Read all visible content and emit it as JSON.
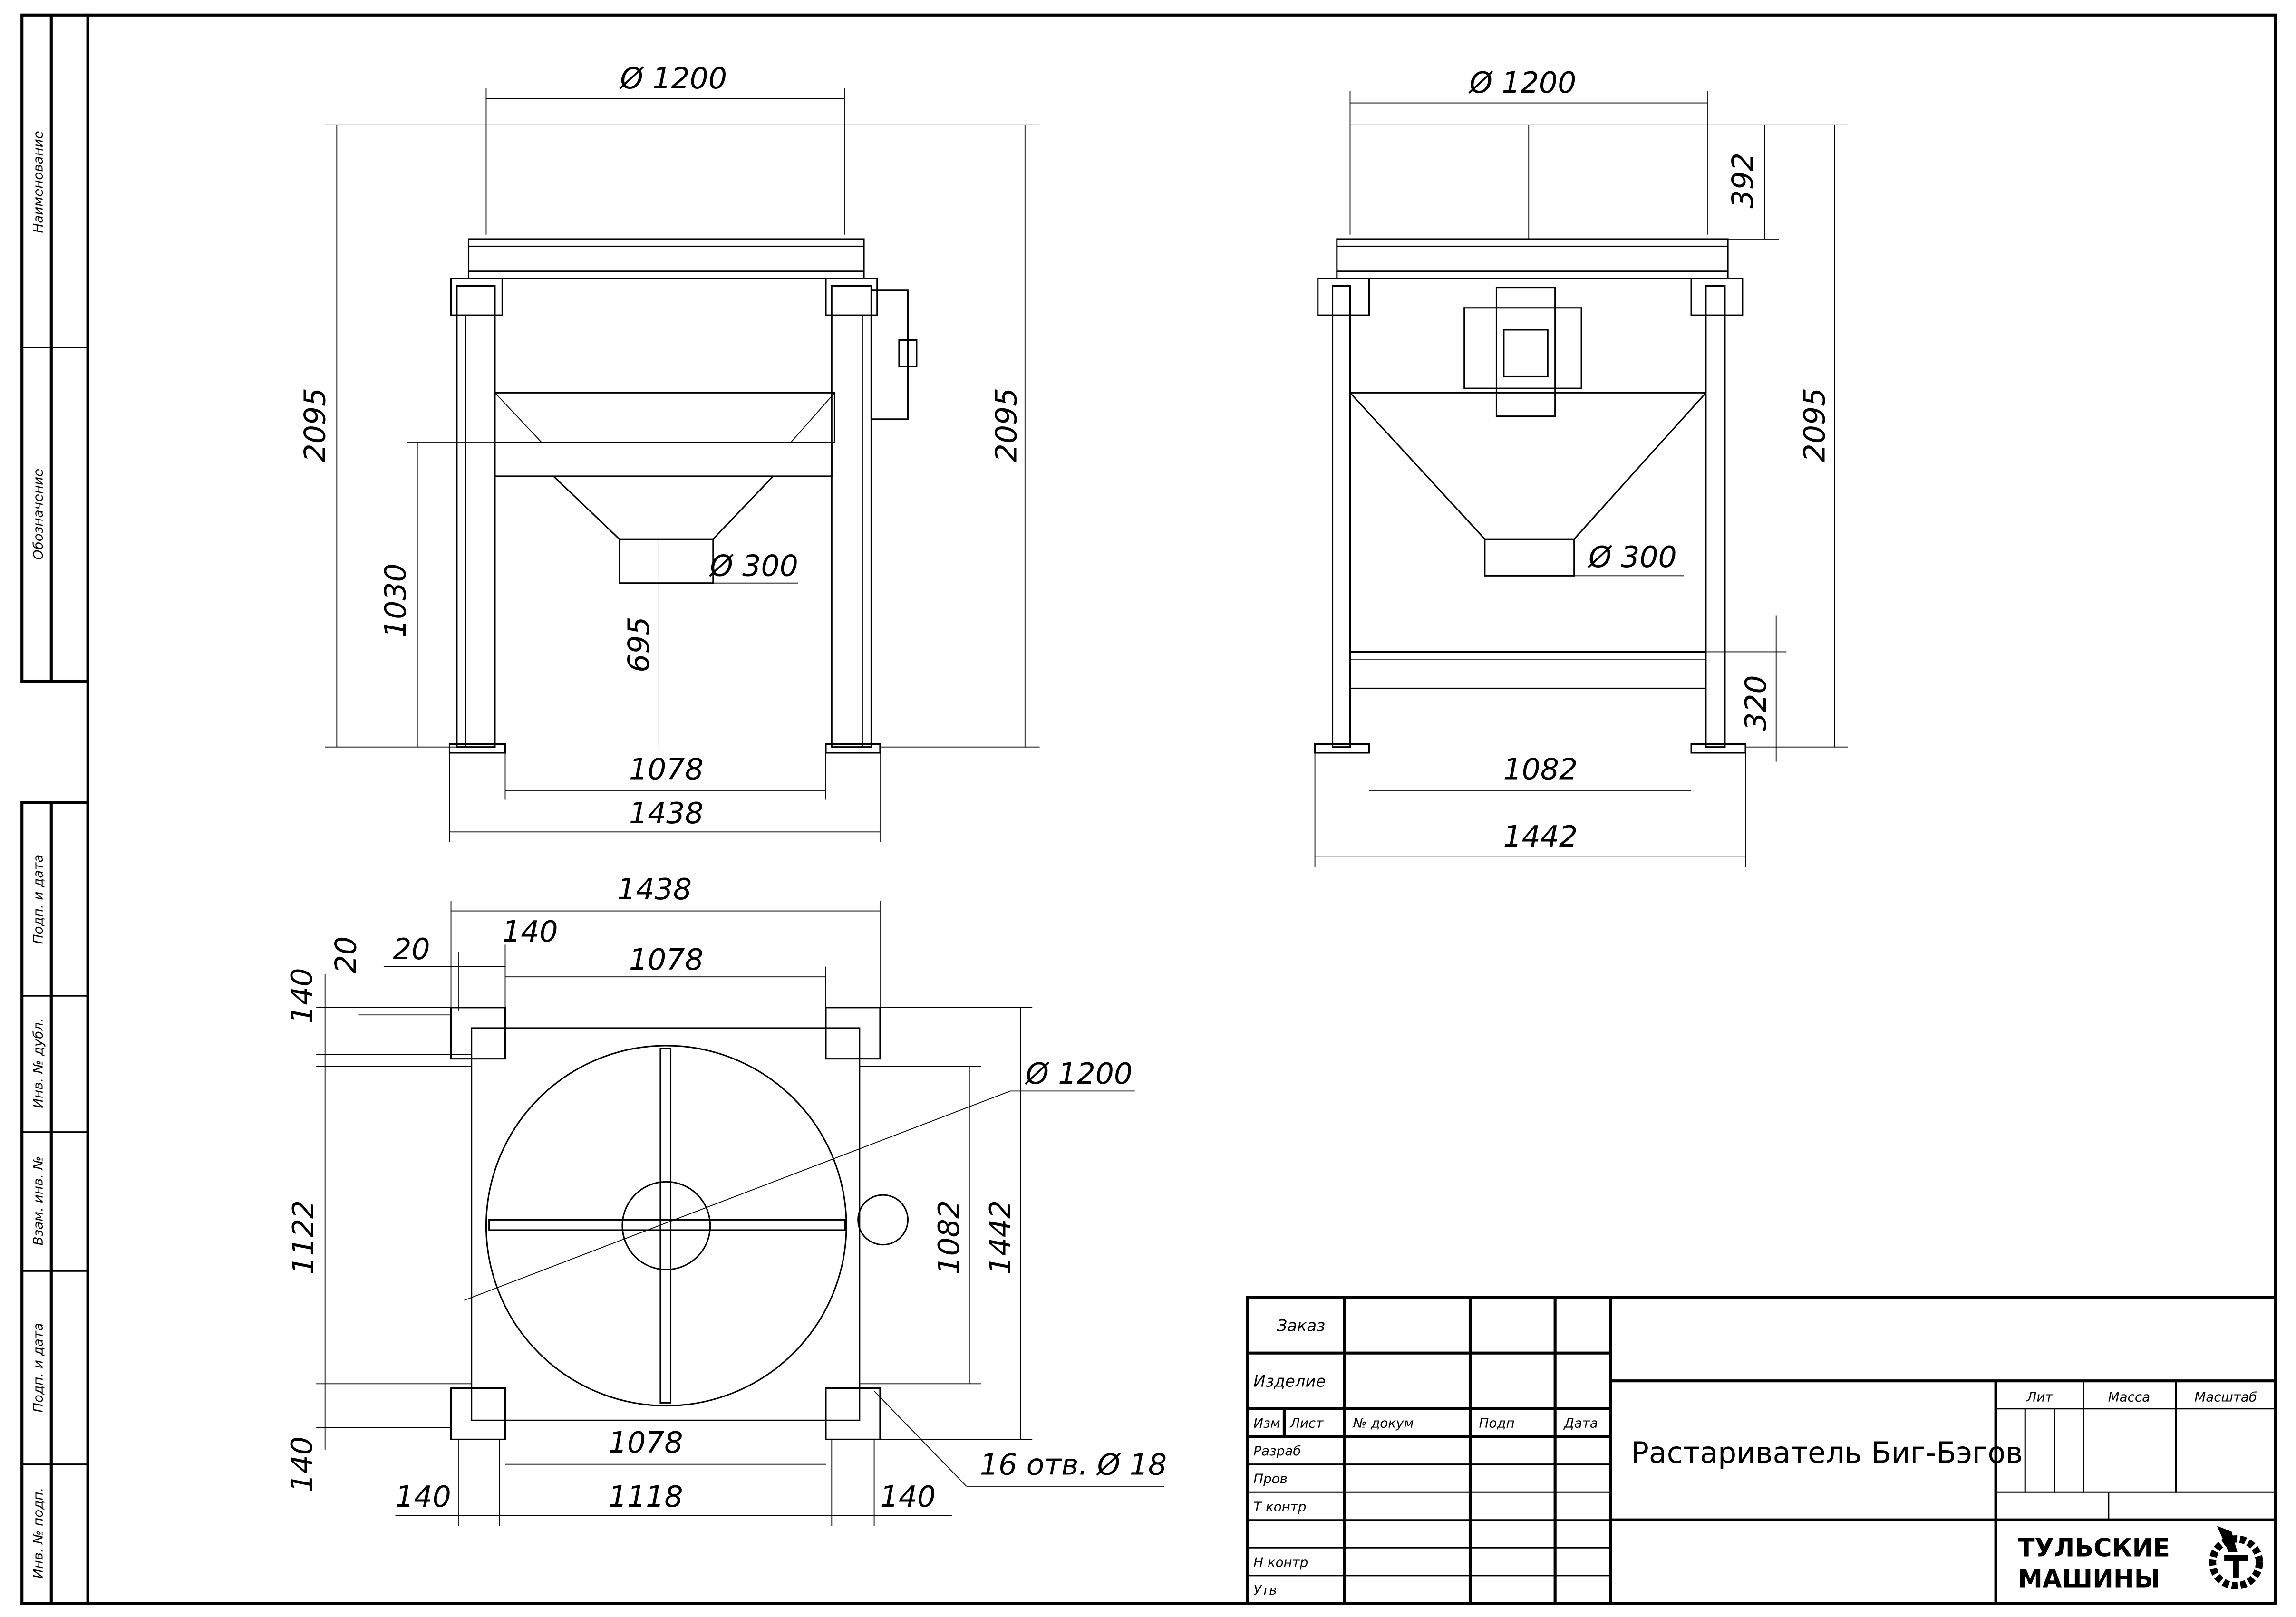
{
  "side_strip": [
    "Наименование",
    "Обозначение",
    "Подп. и дата",
    "Инв. № дубл.",
    "Взам. инв. №",
    "Подп. и дата",
    "Инв. № подп."
  ],
  "front_view": {
    "top_dia": "Ø 1200",
    "height_left": "2095",
    "height_right": "2095",
    "beam_height": "1030",
    "outlet_height": "695",
    "outlet_dia": "Ø 300",
    "inner_width": "1078",
    "outer_width": "1438"
  },
  "side_view": {
    "top_dia": "Ø 1200",
    "top_height": "392",
    "height": "2095",
    "outlet_dia": "Ø 300",
    "beam_height": "320",
    "inner_width": "1082",
    "outer_width": "1442"
  },
  "plan_view": {
    "width_top": "1438",
    "offset_20_top": "20",
    "offset_140_top": "140",
    "inner_top": "1078",
    "offset_140_left_top": "140",
    "offset_20_left": "20",
    "dia": "Ø 1200",
    "inner_depth_right": "1082",
    "outer_depth_right": "1442",
    "inner_depth_left": "1122",
    "offset_140_left_bottom": "140",
    "inner_bottom": "1078",
    "bolt_span": "1118",
    "offset_140_bl": "140",
    "offset_140_br": "140",
    "holes": "16 отв. Ø 18"
  },
  "title_block": {
    "order": "Заказ",
    "product": "Изделие",
    "headers": [
      "Изм",
      "Лист",
      "№ докум",
      "Подп",
      "Дата"
    ],
    "roles": [
      "Разраб",
      "Пров",
      "Т контр",
      "",
      "Н контр",
      "Утв"
    ],
    "title": "Растариватель Биг-Бэгов",
    "lit": "Лит",
    "mass": "Масса",
    "scale": "Масштаб",
    "company": [
      "ТУЛЬСКИЕ",
      "МАШИНЫ"
    ]
  }
}
